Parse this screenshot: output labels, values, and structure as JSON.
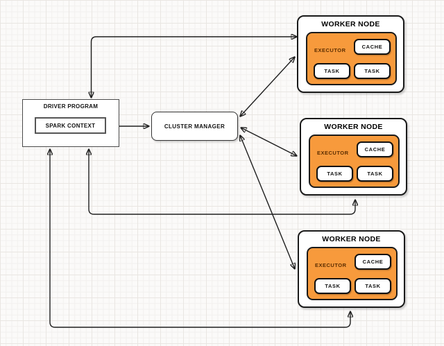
{
  "driver": {
    "title": "DRIVER PROGRAM",
    "context_label": "SPARK CONTEXT"
  },
  "cluster_manager": {
    "label": "CLUSTER MANAGER"
  },
  "workers": [
    {
      "title": "WORKER NODE",
      "executor_label": "EXECUTOR",
      "cache_label": "CACHE",
      "tasks": [
        "TASK",
        "TASK"
      ]
    },
    {
      "title": "WORKER NODE",
      "executor_label": "EXECUTOR",
      "cache_label": "CACHE",
      "tasks": [
        "TASK",
        "TASK"
      ]
    },
    {
      "title": "WORKER NODE",
      "executor_label": "EXECUTOR",
      "cache_label": "CACHE",
      "tasks": [
        "TASK",
        "TASK"
      ]
    }
  ],
  "connectors": [
    {
      "from": "worker-node-1",
      "to": "driver-program",
      "style": "elbow",
      "arrows": "both"
    },
    {
      "from": "spark-context",
      "to": "cluster-manager",
      "style": "straight",
      "arrows": "both"
    },
    {
      "from": "cluster-manager",
      "to": "worker-node-1",
      "style": "straight",
      "arrows": "both"
    },
    {
      "from": "cluster-manager",
      "to": "worker-node-2",
      "style": "straight",
      "arrows": "both"
    },
    {
      "from": "cluster-manager",
      "to": "worker-node-3",
      "style": "straight",
      "arrows": "both"
    },
    {
      "from": "driver-program",
      "to": "worker-node-2",
      "style": "elbow",
      "arrows": "both"
    },
    {
      "from": "driver-program",
      "to": "worker-node-3",
      "style": "elbow",
      "arrows": "both"
    }
  ],
  "colors": {
    "executor_fill": "#f79a3c",
    "executor_text": "#5b2d00",
    "connector": "#1f1f1f",
    "background": "#fbfaf9",
    "grid_minor": "#f2f0ee",
    "grid_major": "#e9e6e2"
  }
}
